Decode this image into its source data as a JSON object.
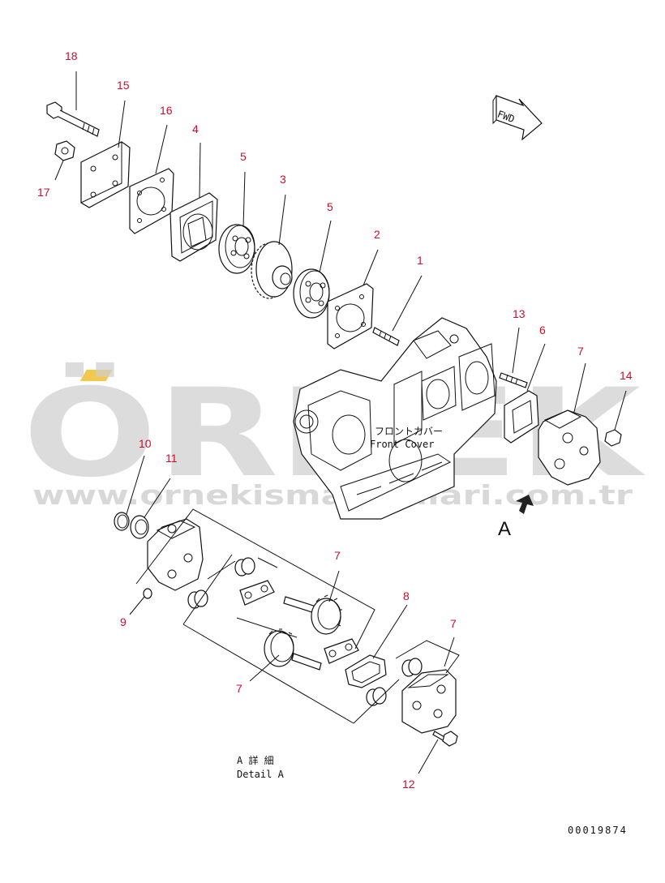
{
  "watermark": {
    "brand": "ÖRNEK",
    "url": "www.ornekismakinalari.com.tr",
    "accent_color": "#f2c94c"
  },
  "labels": {
    "fwd": "FWD",
    "front_cover_jp": "フロントカバー",
    "front_cover_en": "Front Cover",
    "view_a": "A",
    "detail_jp": "A 詳 細",
    "detail_en": "Detail A",
    "drawing_no": "00019874"
  },
  "callouts": [
    "18",
    "15",
    "16",
    "4",
    "5",
    "3",
    "5",
    "2",
    "1",
    "17",
    "13",
    "6",
    "7",
    "14",
    "10",
    "11",
    "7",
    "8",
    "7",
    "9",
    "7",
    "12"
  ],
  "colors": {
    "callout": "#c8102e",
    "line": "#111111",
    "watermark": "#cfcfcf"
  }
}
